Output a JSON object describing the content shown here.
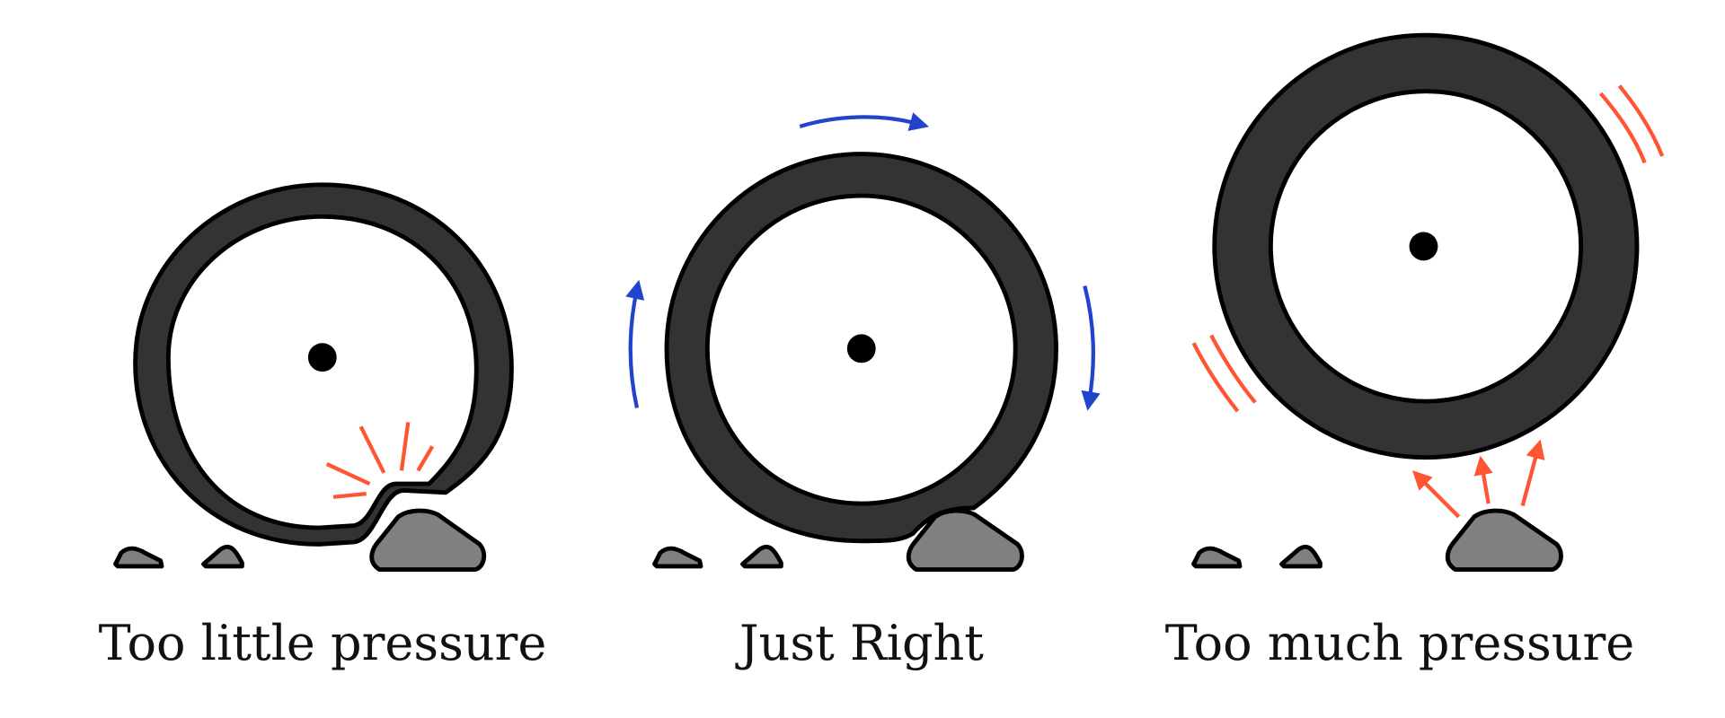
{
  "panels": [
    {
      "label": "Too little pressure",
      "state": "underinflated"
    },
    {
      "label": "Just Right",
      "state": "correct"
    },
    {
      "label": "Too much pressure",
      "state": "overinflated"
    }
  ],
  "colors": {
    "tire": "#333333",
    "rock": "#808080",
    "impact_marks": "#ff5533",
    "rotation_arrows": "#2244cc"
  }
}
